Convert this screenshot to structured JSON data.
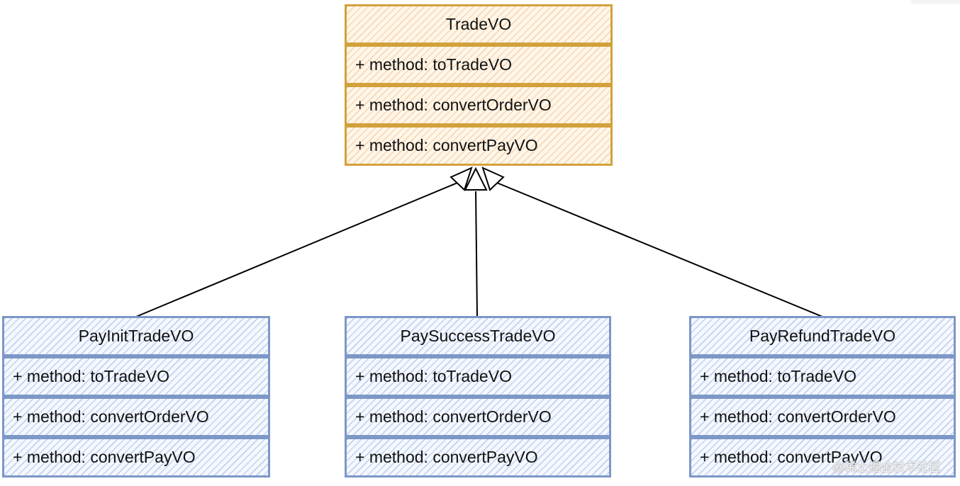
{
  "diagram": {
    "parent": {
      "name": "TradeVO",
      "methods": [
        "+ method: toTradeVO",
        "+ method: convertOrderVO",
        "+ method: convertPayVO"
      ],
      "color": "#d2a13c"
    },
    "children": [
      {
        "name": "PayInitTradeVO",
        "methods": [
          "+ method: toTradeVO",
          "+ method: convertOrderVO",
          "+ method: convertPayVO"
        ]
      },
      {
        "name": "PaySuccessTradeVO",
        "methods": [
          "+ method: toTradeVO",
          "+ method: convertOrderVO",
          "+ method: convertPayVO"
        ]
      },
      {
        "name": "PayRefundTradeVO",
        "methods": [
          "+ method: toTradeVO",
          "+ method: convertOrderVO",
          "+ method: convertPayVO"
        ]
      }
    ],
    "child_color": "#7d97c7",
    "relation": "inheritance"
  },
  "watermark": "@稀土掘金技术社区"
}
